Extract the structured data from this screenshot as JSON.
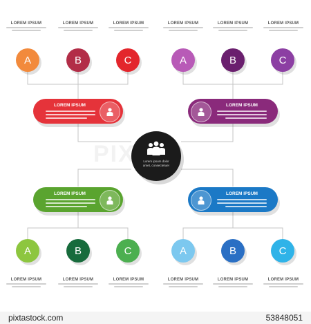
{
  "labels": {
    "title": "LOREM IPSUM",
    "a": "A",
    "b": "B",
    "c": "C",
    "hub_line1": "Lorem ipsum dolor",
    "hub_line2": "amet, consectetuer"
  },
  "colors": {
    "red": "#e8343a",
    "purple": "#8d2c7c",
    "green": "#5aa42f",
    "blue": "#1b79c6",
    "hub": "#1b1b1b",
    "connector": "#bdbdbd"
  },
  "footer": {
    "brand": "pixtastock.com",
    "id": "53848051"
  },
  "icons": [
    "person-icon",
    "people-icon"
  ]
}
